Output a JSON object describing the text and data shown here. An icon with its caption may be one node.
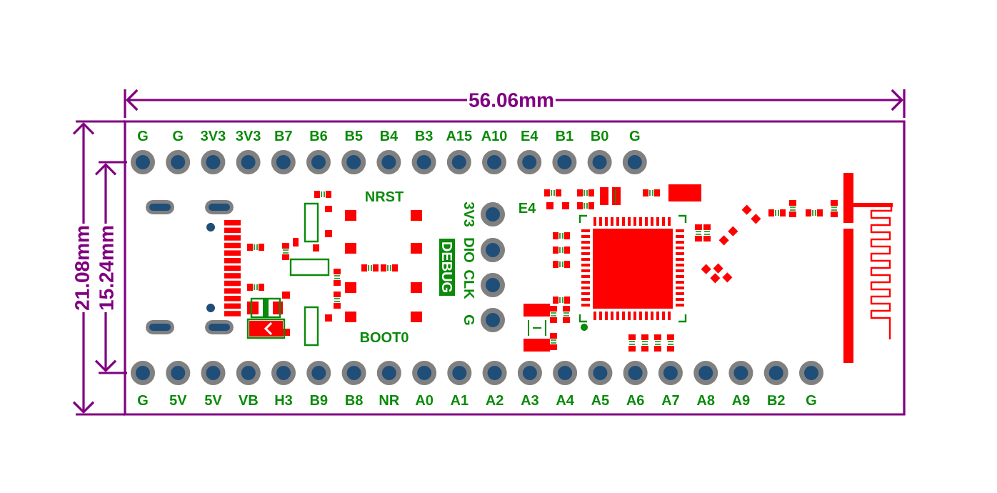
{
  "diagram": {
    "labels": [
      "56.06mm",
      "G",
      "G",
      "3V3",
      "3V3",
      "B7",
      "B6",
      "B5",
      "B4",
      "B3",
      "A15",
      "A10",
      "E4",
      "B1",
      "B0",
      "G",
      "21.08mm",
      "15.24mm",
      "NRST",
      "E4",
      "3V3",
      "DIO",
      "CLK",
      "G",
      "DEBUG",
      "BOOT0",
      "G",
      "5V",
      "5V",
      "VB",
      "H3",
      "B9",
      "B8",
      "NR",
      "A0",
      "A1",
      "A2",
      "A3",
      "A4",
      "A5",
      "A6",
      "A7",
      "A8",
      "A9",
      "B2",
      "G"
    ]
  }
}
